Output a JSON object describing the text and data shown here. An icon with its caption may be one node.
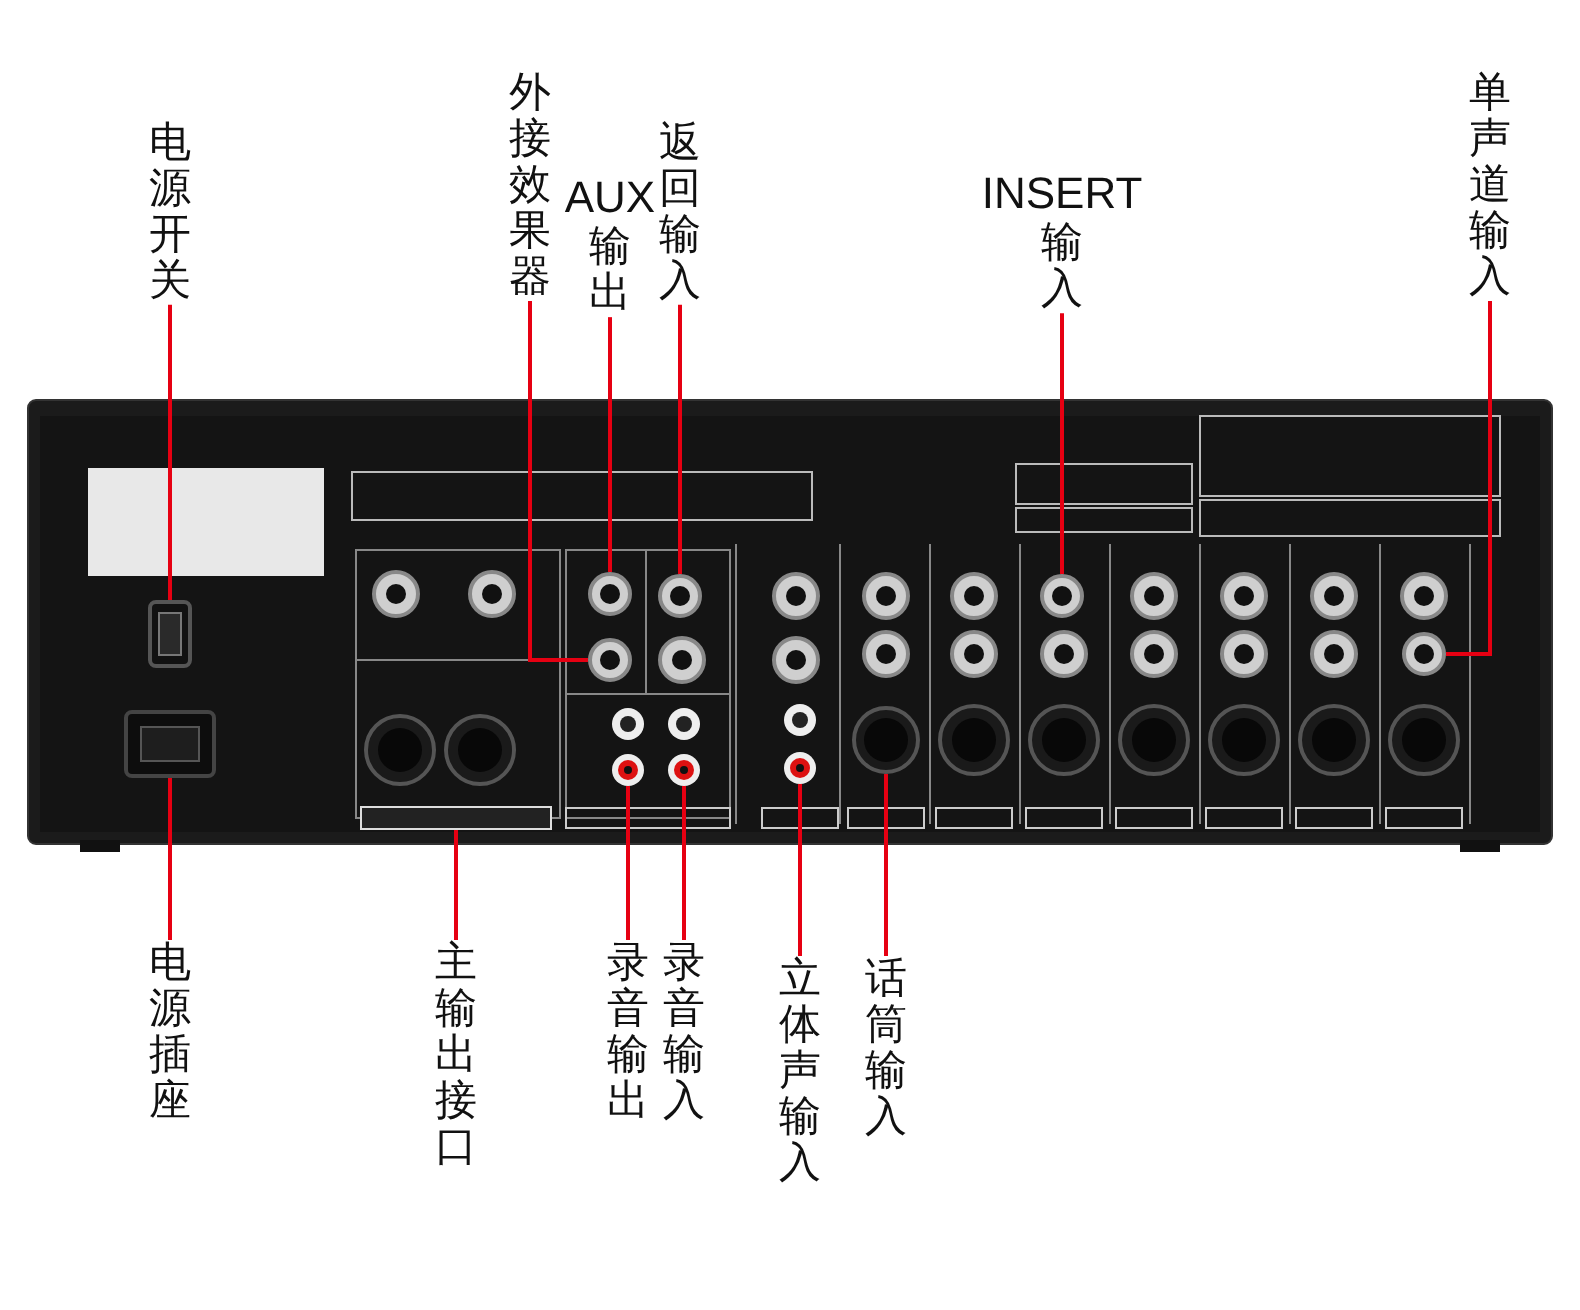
{
  "diagram": {
    "nodes": [
      {
        "text": [
          "电源开关"
        ]
      },
      {
        "text": [
          "外接效果器"
        ]
      },
      {
        "text": [
          "AUX",
          "输出"
        ]
      },
      {
        "text": [
          "返回输入"
        ]
      },
      {
        "text": [
          "INSERT",
          "输入"
        ]
      },
      {
        "text": [
          "单声道输入"
        ]
      },
      {
        "text": [
          "电源插座"
        ]
      },
      {
        "text": [
          "主输出接口"
        ]
      },
      {
        "text": [
          "录音输出"
        ]
      },
      {
        "text": [
          "录音输入"
        ]
      },
      {
        "text": [
          "立体声输入"
        ]
      },
      {
        "text": [
          "话筒输入"
        ]
      },
      {
        "text": [],
        "shape": "box"
      },
      {
        "text": [],
        "shape": "box"
      },
      {
        "text": [],
        "shape": "bar"
      },
      {
        "text": [],
        "shape": "circle"
      },
      {
        "text": [],
        "shape": "circle"
      },
      {
        "text": [],
        "shape": "circle"
      },
      {
        "text": [],
        "shape": "circle"
      },
      {
        "text": [],
        "shape": "circle"
      },
      {
        "text": [],
        "shape": "circle"
      },
      {
        "text": [],
        "shape": "circle"
      },
      {
        "text": [],
        "shape": "circle"
      },
      {
        "text": [],
        "shape": "circle"
      }
    ],
    "edges": [
      {
        "from": 0,
        "to": 12,
        "arrow": "none"
      },
      {
        "from": 1,
        "to": 16,
        "arrow": "none"
      },
      {
        "from": 2,
        "to": 15,
        "arrow": "none"
      },
      {
        "from": 3,
        "to": 18,
        "arrow": "none"
      },
      {
        "from": 4,
        "to": 22,
        "arrow": "none"
      },
      {
        "from": 5,
        "to": 23,
        "arrow": "none"
      },
      {
        "from": 6,
        "to": 13,
        "arrow": "none"
      },
      {
        "from": 7,
        "to": 14,
        "arrow": "none"
      },
      {
        "from": 8,
        "to": 17,
        "arrow": "none"
      },
      {
        "from": 9,
        "to": 19,
        "arrow": "none"
      },
      {
        "from": 10,
        "to": 20,
        "arrow": "none"
      },
      {
        "from": 11,
        "to": 21,
        "arrow": "none"
      }
    ]
  }
}
